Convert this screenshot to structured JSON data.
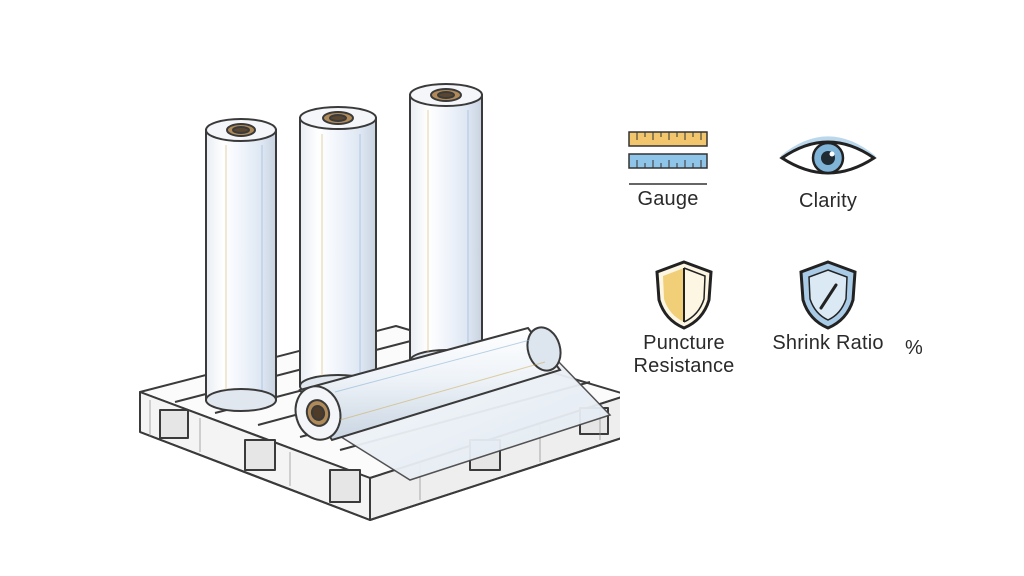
{
  "features": {
    "gauge": {
      "label": "Gauge",
      "icon": "ruler-icon"
    },
    "clarity": {
      "label": "Clarity",
      "icon": "eye-icon"
    },
    "puncture": {
      "label_line1": "Puncture",
      "label_line2": "Resistance",
      "icon": "shield-icon"
    },
    "shrink": {
      "label": "Shrink Ratio",
      "suffix": "%",
      "icon": "shield-slash-icon"
    }
  },
  "colors": {
    "ruler_top": "#f2c66d",
    "ruler_bottom": "#8fc5e8",
    "eye_iris": "#7fb3d8",
    "shield_gold": "#f0cf78",
    "shield_blue": "#a9cbe6",
    "ink": "#2a2a2a"
  }
}
